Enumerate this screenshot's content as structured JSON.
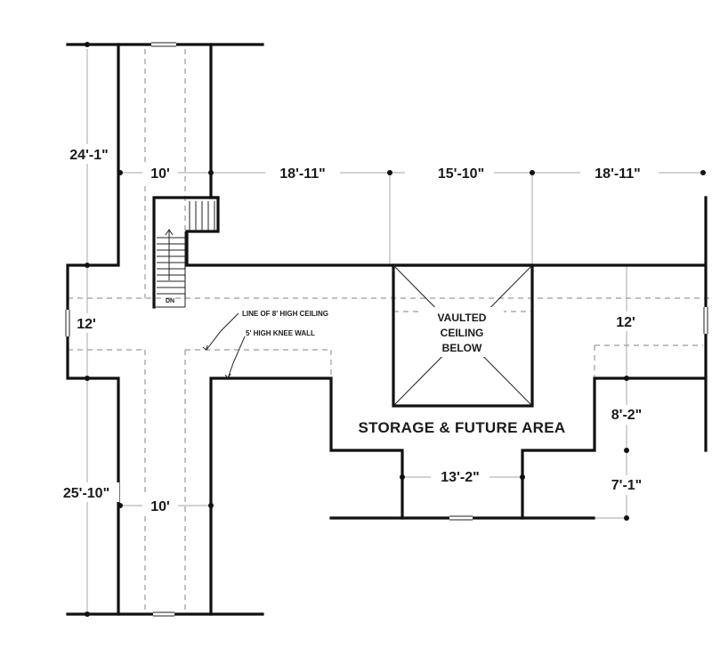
{
  "dimensions": {
    "d1": "24'-1\"",
    "d2": "10'",
    "d3": "18'-11\"",
    "d4": "15'-10\"",
    "d5": "18'-11\"",
    "d6": "12'",
    "d7": "12'",
    "d8": "8'-2\"",
    "d9": "13'-2\"",
    "d10": "7'-1\"",
    "d11": "25'-10\"",
    "d12": "10'"
  },
  "labels": {
    "vault_line1": "VAULTED",
    "vault_line2": "CEILING",
    "vault_line3": "BELOW",
    "storage": "STORAGE & FUTURE AREA",
    "note_ceiling": "LINE OF 8' HIGH CEILING",
    "note_knee": "5' HIGH KNEE WALL",
    "stair_dn": "DN"
  }
}
